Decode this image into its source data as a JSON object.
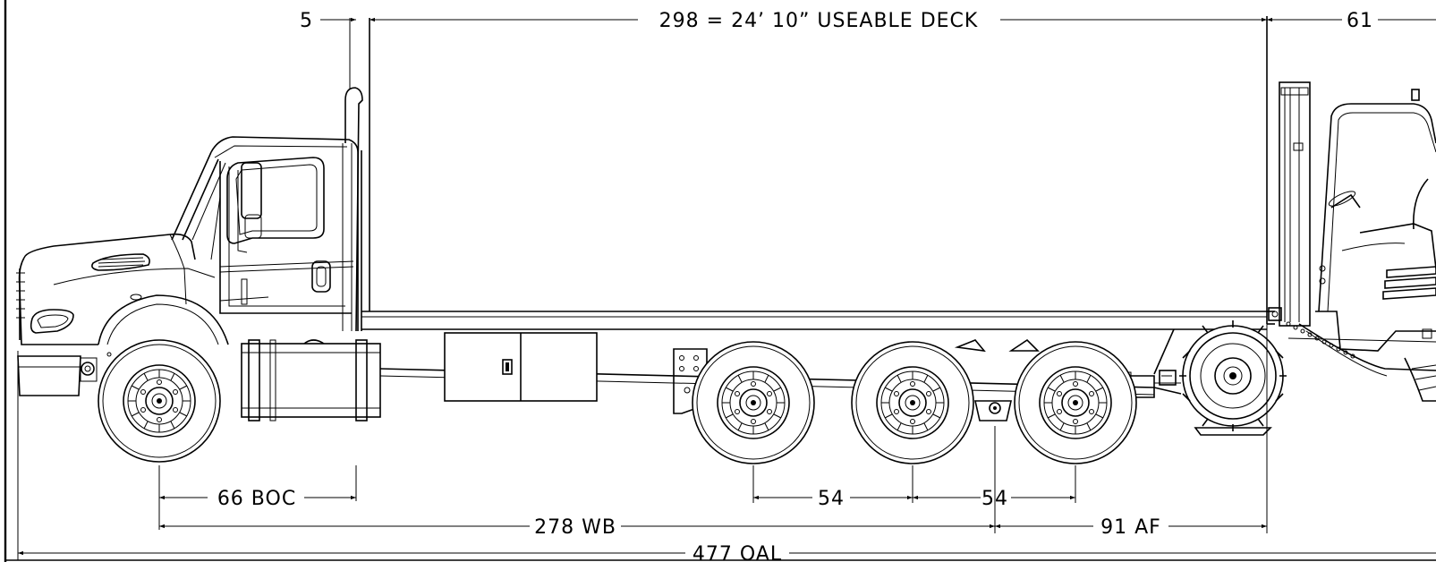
{
  "dimensions": {
    "cab_gap": "5",
    "useable_deck": "298 = 24’ 10” USEABLE DECK",
    "rear_overhang": "61",
    "boc": "66 BOC",
    "axle_spread_1": "54",
    "axle_spread_2": "54",
    "wheelbase": "278 WB",
    "after_frame": "91 AF",
    "overall_length": "477 OAL"
  }
}
